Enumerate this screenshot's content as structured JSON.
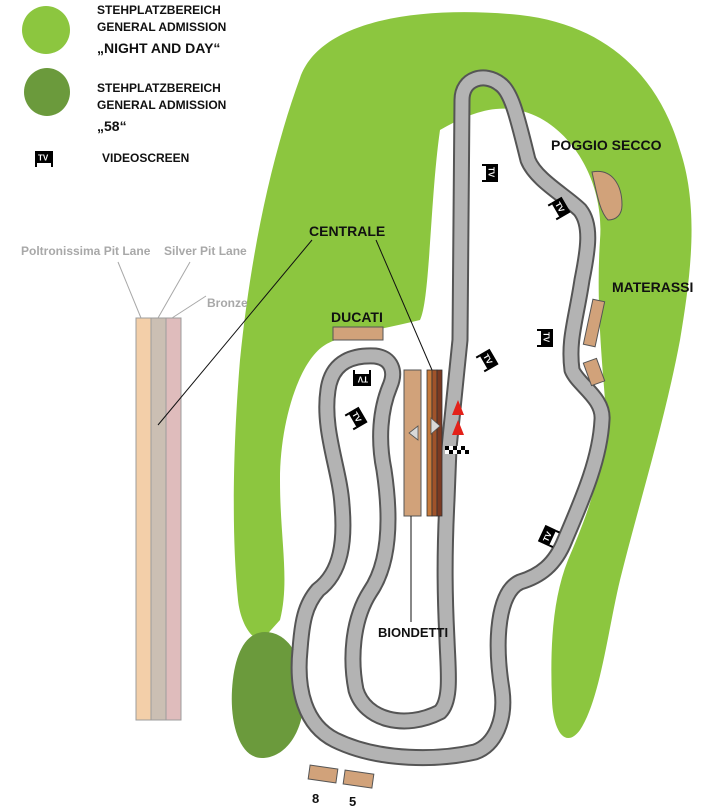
{
  "legend": {
    "zone_light": {
      "line1": "STEHPLATZBEREICH",
      "line2": "GENERAL ADMISSION",
      "line3": "„NIGHT AND DAY“",
      "color": "#8cc63f"
    },
    "zone_dark": {
      "line1": "STEHPLATZBEREICH",
      "line2": "GENERAL ADMISSION",
      "line3": "„58“",
      "color": "#6b9a3c"
    },
    "tv": {
      "icon_text": "TV",
      "label": "VIDEOSCREEN"
    }
  },
  "pit_lane": {
    "poltronissima": "Poltronissima Pit Lane",
    "silver": "Silver Pit Lane",
    "bronze": "Bronze",
    "colors": {
      "poltronissima": "#f3cfa9",
      "silver": "#cbbfb3",
      "bronze": "#dfbcbc"
    }
  },
  "grandstands": {
    "centrale": "CENTRALE",
    "ducati": "DUCATI",
    "biondetti": "BIONDETTI",
    "poggio_secco": "POGGIO SECCO",
    "materassi": "MATERASSI",
    "stand_8": "8",
    "stand_5": "5",
    "stand_color": "#d1a27a",
    "centrale_colors": [
      "#c77a3a",
      "#a0532a",
      "#7b3a22"
    ]
  },
  "track": {
    "tv_text": "TV",
    "start_color": "#e32119",
    "track_color": "#b3b3b3"
  }
}
